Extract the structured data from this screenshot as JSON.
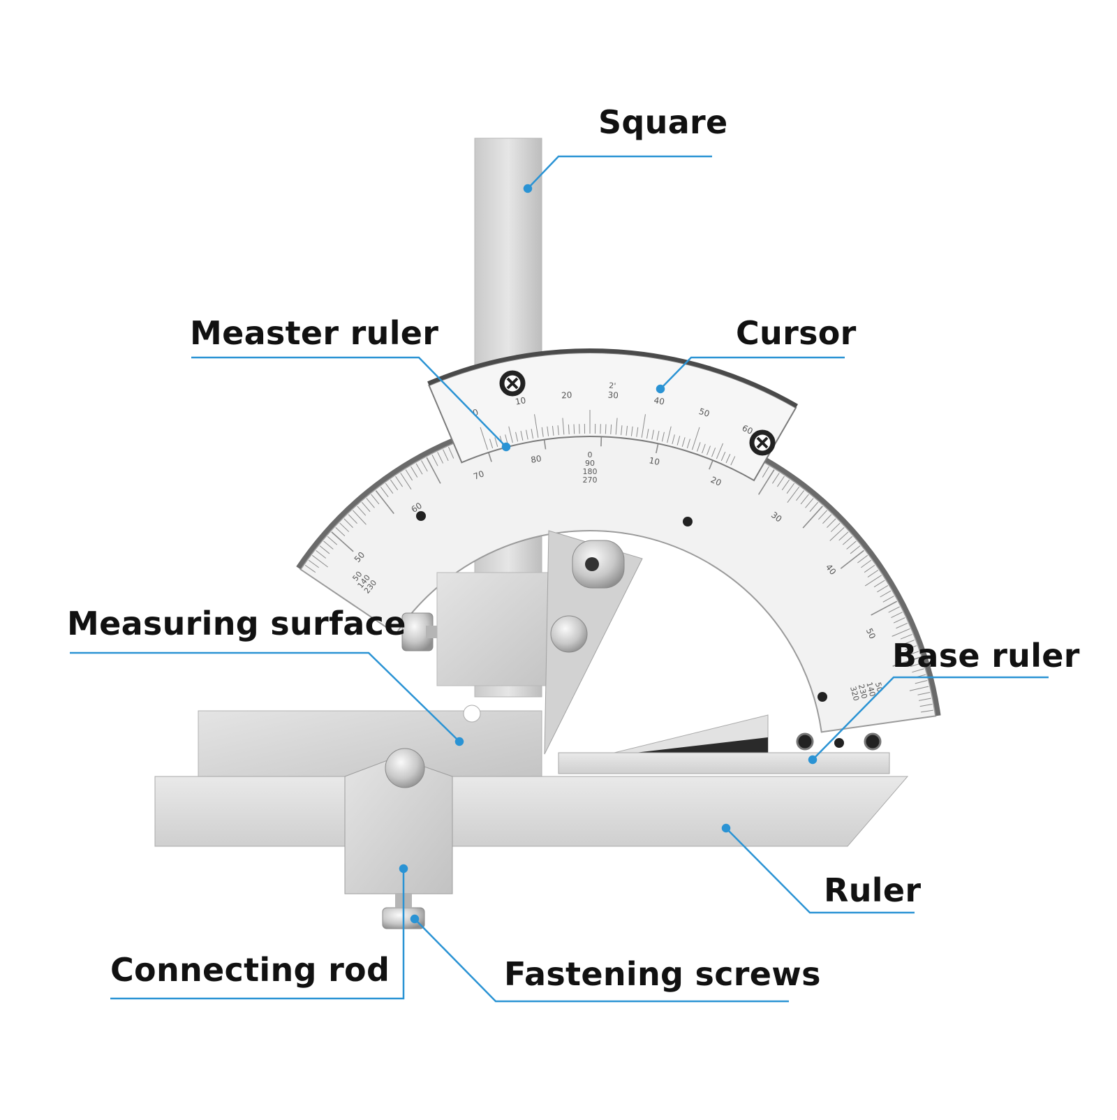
{
  "colors": {
    "leader": "#2a93d4",
    "steel_light": "#dcdcdc",
    "steel_mid": "#c4c4c4",
    "steel_dark": "#8c8c8c",
    "dial_face": "#f2f2f2",
    "label_text": "#111111"
  },
  "labels": {
    "square": "Square",
    "measter_ruler": "Measter ruler",
    "cursor": "Cursor",
    "measuring_surface": "Measuring surface",
    "base_ruler": "Base ruler",
    "ruler": "Ruler",
    "connecting_rod": "Connecting rod",
    "fastening_screws": "Fastening screws"
  },
  "main_scale": {
    "tick_labels": [
      "50",
      "60",
      "70",
      "80",
      "0",
      "10",
      "20",
      "30",
      "40",
      "50"
    ],
    "center_stack": [
      "0",
      "90",
      "180",
      "270"
    ],
    "left_stack": [
      "50",
      "140",
      "230"
    ],
    "right_stack": [
      "50",
      "140",
      "230",
      "320"
    ]
  },
  "vernier_scale": {
    "tick_labels": [
      "0",
      "10",
      "20",
      "30",
      "40",
      "50",
      "60"
    ],
    "unit_mark": "2'"
  }
}
